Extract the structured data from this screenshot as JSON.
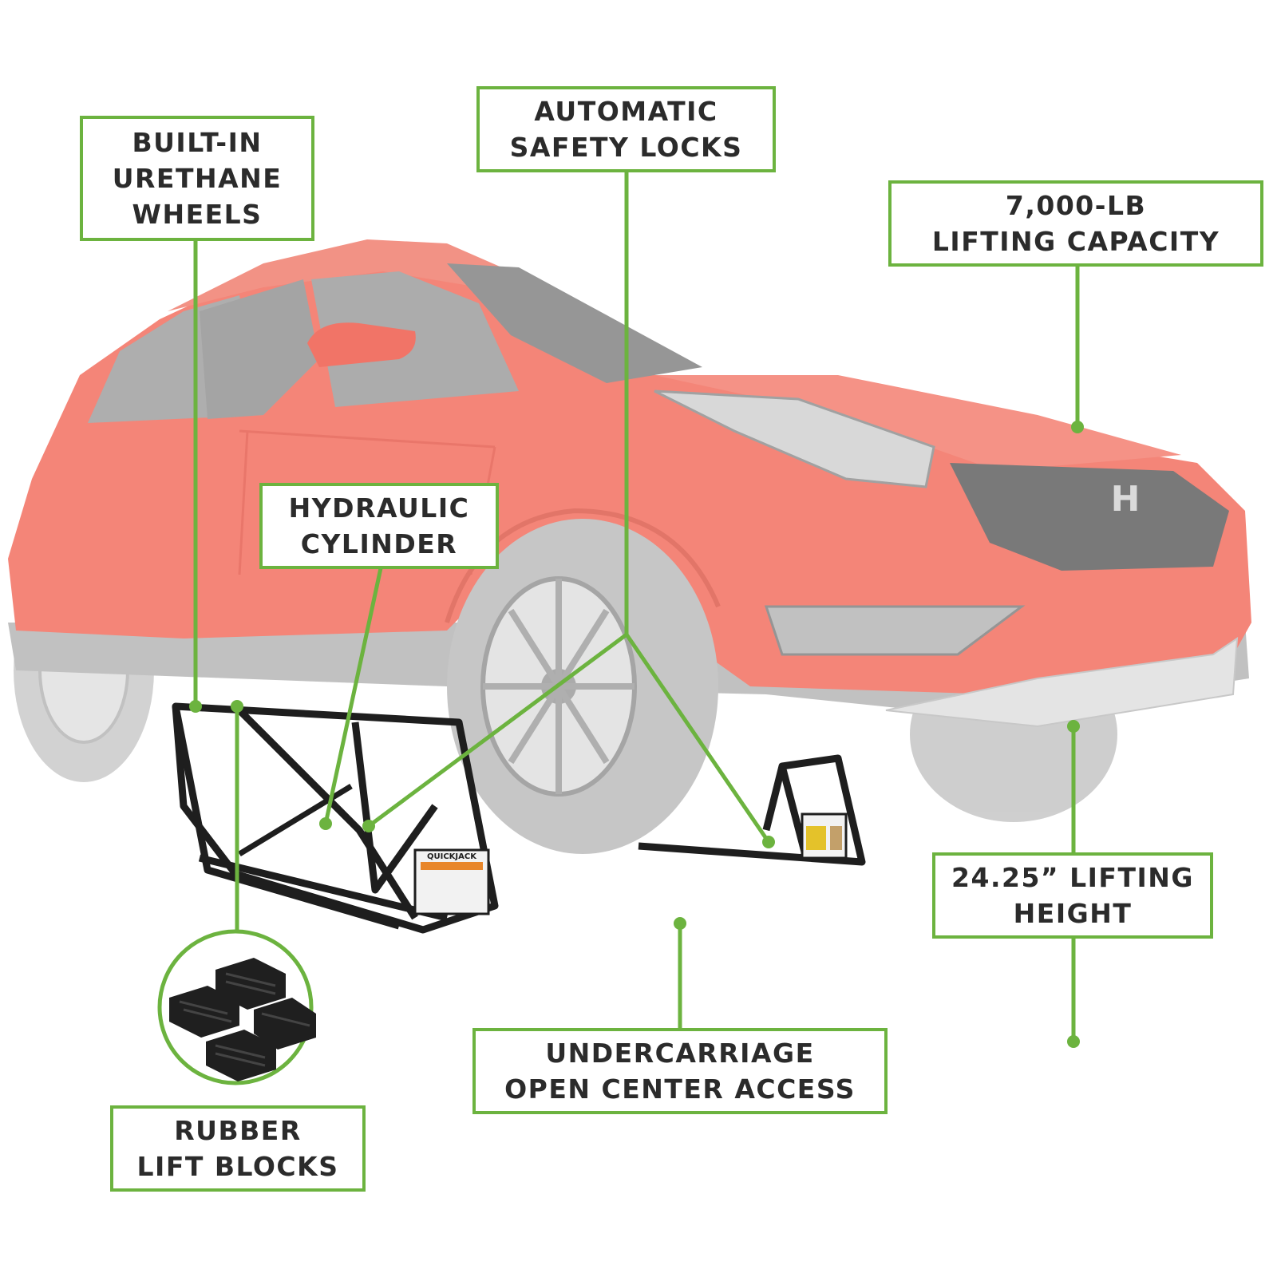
{
  "product": {
    "brand_on_jack": "QUICKJACK",
    "car_badge": "H"
  },
  "colors": {
    "accent": "#6cb33f",
    "car_body": "#f47c6e",
    "text": "#2b2b2b",
    "jack_frame": "#1e1e1e"
  },
  "callouts": {
    "wheels": {
      "line1": "BUILT-IN",
      "line2": "URETHANE",
      "line3": "WHEELS"
    },
    "locks": {
      "line1": "AUTOMATIC",
      "line2": "SAFETY LOCKS"
    },
    "capacity": {
      "line1": "7,000-LB",
      "line2": "LIFTING CAPACITY"
    },
    "cylinder": {
      "line1": "HYDRAULIC",
      "line2": "CYLINDER"
    },
    "height": {
      "line1": "24.25” LIFTING",
      "line2": "HEIGHT"
    },
    "access": {
      "line1": "UNDERCARRIAGE",
      "line2": "OPEN CENTER ACCESS"
    },
    "blocks": {
      "line1": "RUBBER",
      "line2": "LIFT BLOCKS"
    }
  }
}
